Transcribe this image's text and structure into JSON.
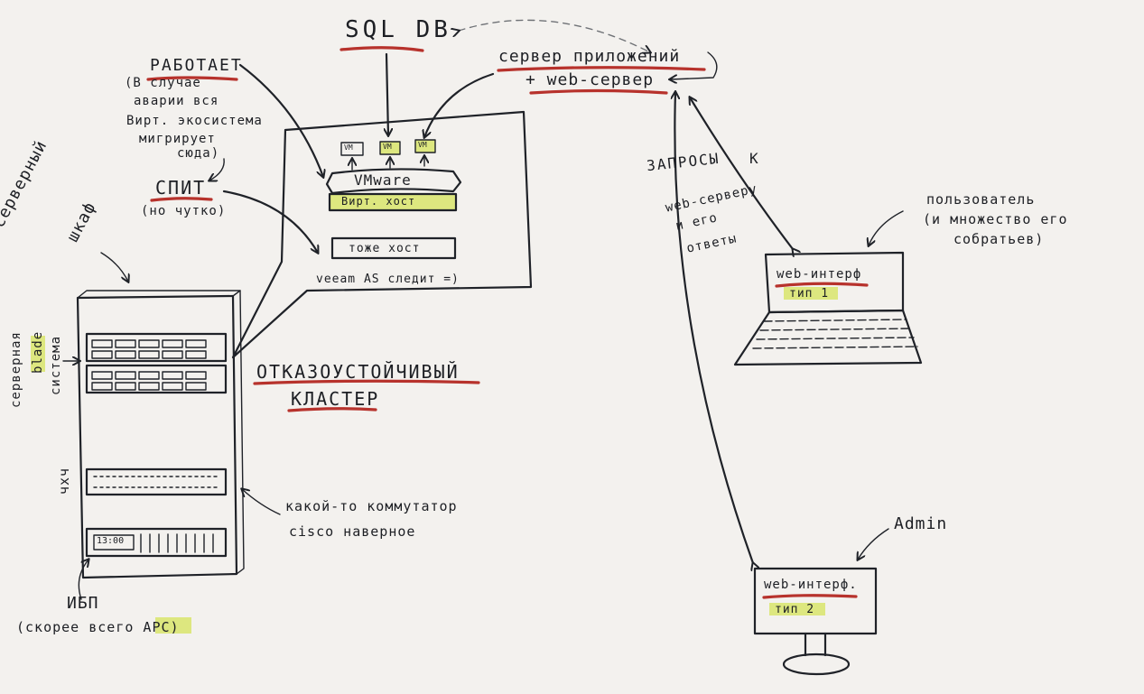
{
  "labels": {
    "sql_db": "SQL DB",
    "app_server_l1": "сервер приложений",
    "app_server_l2": "+ web-сервер",
    "works": "РАБОТАЕТ",
    "works_note_l1": "(В случае",
    "works_note_l2": "аварии вся",
    "works_note_l3": "Вирт. экосистема",
    "works_note_l4": "мигрирует",
    "works_note_l5": "сюда)",
    "sleeps": "СПИТ",
    "sleeps_note": "(но чутко)",
    "vm_labels": [
      "VM",
      "VM",
      "VM"
    ],
    "vmware": "VMware",
    "virt_host": "Вирт. хост",
    "same_host": "тоже хост",
    "veeam": "veeam AS следит =)",
    "server_cabinet_l1": "серверный",
    "server_cabinet_l2": "шкаф",
    "blade_l1": "серверная",
    "blade_l2": "blade",
    "blade_l3": "система",
    "cluster_l1": "ОТКАЗОУСТОЙЧИВЫЙ",
    "cluster_l2": "КЛАСТЕР",
    "shelf": "чхч",
    "switch_l1": "какой-то коммутатор",
    "switch_l2": "cisco наверное",
    "ups_display": "13:00",
    "ups_l1": "ИБП",
    "ups_l2": "(скорее всего APC)",
    "requests_l1": "ЗАПРОСЫ",
    "requests_l2": "К",
    "requests_l3": "web-серверу",
    "requests_l4": "и его",
    "requests_l5": "ответы",
    "user_l1": "пользователь",
    "user_l2": "(и множество его",
    "user_l3": "собратьев)",
    "laptop_screen_l1": "web-интерф",
    "laptop_screen_l2": "тип 1",
    "admin": "Admin",
    "monitor_screen_l1": "web-интерф.",
    "monitor_screen_l2": "тип 2"
  },
  "colors": {
    "ink": "#1f2228",
    "underline": "#b7322c",
    "highlight": "#d8e56b",
    "paper": "#f3f1ee"
  }
}
